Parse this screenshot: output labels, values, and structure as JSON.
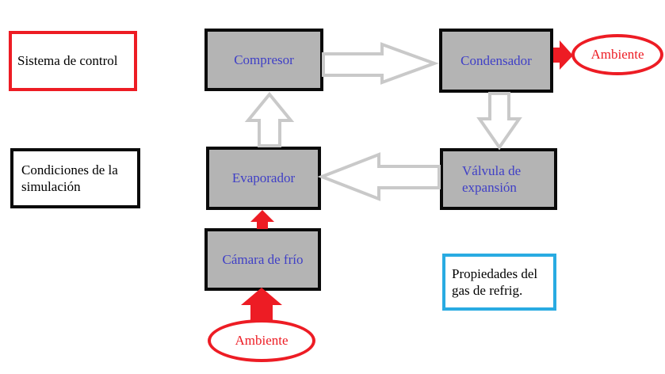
{
  "diagram": {
    "title": "Refrigeration cycle block diagram",
    "colors": {
      "red_accent": "#ed1c24",
      "gray_block_fill": "#b4b4b4",
      "gray_arrow_outline": "#c9c9c9",
      "blue_block_text": "#3f3fc6",
      "cyan_border": "#29abe2",
      "black_border": "#0a0a0a"
    },
    "blocks": {
      "sistema_control": "Sistema de control",
      "condiciones": "Condiciones de la simulación",
      "compresor": "Compresor",
      "condensador": "Condensador",
      "evaporador": "Evaporador",
      "valvula": "Válvula de expansión",
      "camara": "Cámara de frío",
      "propiedades": "Propiedades del gas de refrig.",
      "ambiente_right": "Ambiente",
      "ambiente_bottom": "Ambiente"
    },
    "flows": [
      "Compresor → Condensador (gas de refrig., flecha gris)",
      "Condensador → Válvula de expansión (flecha gris)",
      "Válvula de expansión → Evaporador (flecha gris)",
      "Evaporador → Compresor (flecha gris)",
      "Condensador → Ambiente (flecha roja)",
      "Ambiente → Cámara de frío (flecha roja)",
      "Cámara de frío → Evaporador (flecha roja)"
    ]
  }
}
